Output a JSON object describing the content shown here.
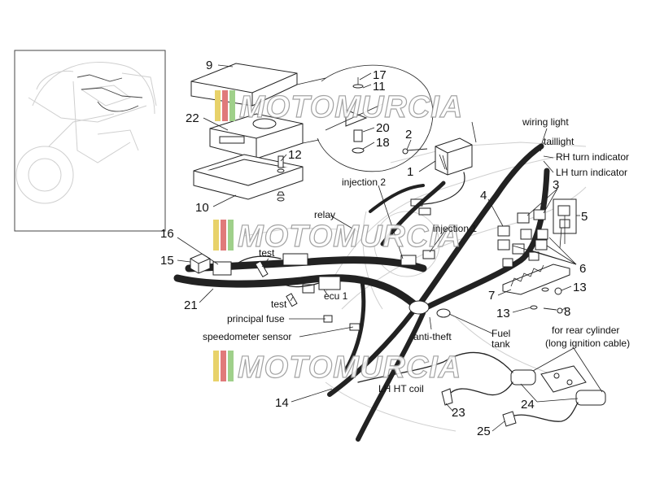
{
  "watermark": {
    "text": "MOTOMURCIA",
    "colors": [
      "#e8d26a",
      "#e07a7a",
      "#9fd08a"
    ]
  },
  "callouts": {
    "n1": "1",
    "n2": "2",
    "n3": "3",
    "n4": "4",
    "n5": "5",
    "n6": "6",
    "n7": "7",
    "n8": "8",
    "n9": "9",
    "n10": "10",
    "n11": "11",
    "n12": "12",
    "n13a": "13",
    "n13b": "13",
    "n14": "14",
    "n15": "15",
    "n16": "16",
    "n17": "17",
    "n18": "18",
    "n20": "20",
    "n21": "21",
    "n22": "22",
    "n23": "23",
    "n24": "24",
    "n25": "25"
  },
  "labels": {
    "wiring_light": "wiring light",
    "taillight": "taillight",
    "rh_turn": "RH turn indicator",
    "lh_turn": "LH turn indicator",
    "injection2": "injection 2",
    "injection1": "injection 1",
    "relay": "relay",
    "test_top": "test",
    "test_bottom": "test",
    "ecu1": "ecu 1",
    "principal_fuse": "principal fuse",
    "speedometer": "speedometer sensor",
    "anti_theft": "anti-theft",
    "fuel_tank": "Fuel\ntank",
    "lh_ht_coil": "LH HT coil",
    "rear_cyl_line1": "for rear cylinder",
    "rear_cyl_line2": "(long ignition cable)"
  }
}
